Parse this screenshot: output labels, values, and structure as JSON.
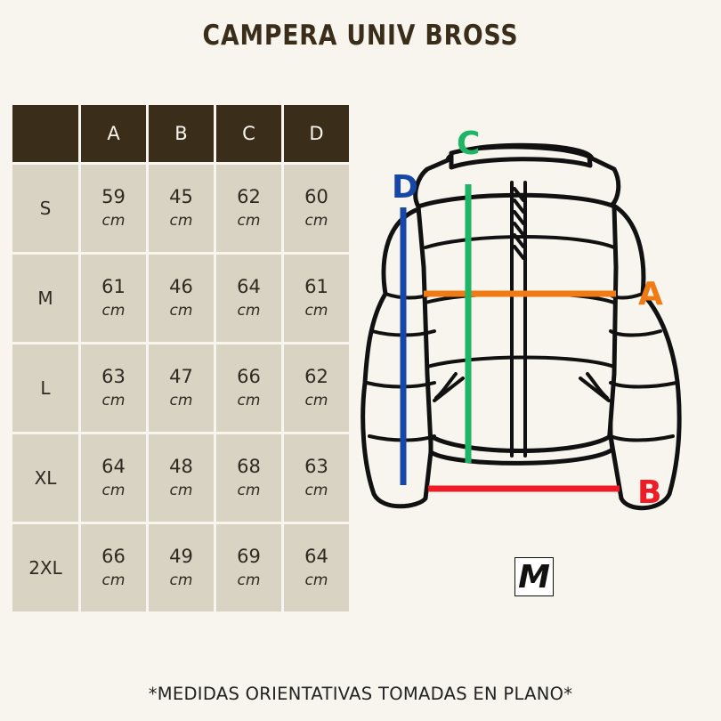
{
  "title": "CAMPERA UNIV BROSS",
  "table": {
    "columns": [
      "A",
      "B",
      "C",
      "D"
    ],
    "unit": "cm",
    "rows": [
      {
        "size": "S",
        "values": [
          "59",
          "45",
          "62",
          "60"
        ]
      },
      {
        "size": "M",
        "values": [
          "61",
          "46",
          "64",
          "61"
        ]
      },
      {
        "size": "L",
        "values": [
          "63",
          "47",
          "66",
          "62"
        ]
      },
      {
        "size": "XL",
        "values": [
          "64",
          "48",
          "68",
          "63"
        ]
      },
      {
        "size": "2XL",
        "values": [
          "66",
          "49",
          "69",
          "64"
        ]
      }
    ]
  },
  "diagram": {
    "markers": [
      {
        "label": "A",
        "color": "#f07b14"
      },
      {
        "label": "B",
        "color": "#ee1c24"
      },
      {
        "label": "C",
        "color": "#1fb566"
      },
      {
        "label": "D",
        "color": "#1747a6"
      }
    ]
  },
  "logo": "M",
  "footnote": "*MEDIDAS ORIENTATIVAS TOMADAS EN PLANO*",
  "colors": {
    "background": "#f8f5ee",
    "header": "#3a2d1a",
    "cell": "#d8d3c2"
  }
}
